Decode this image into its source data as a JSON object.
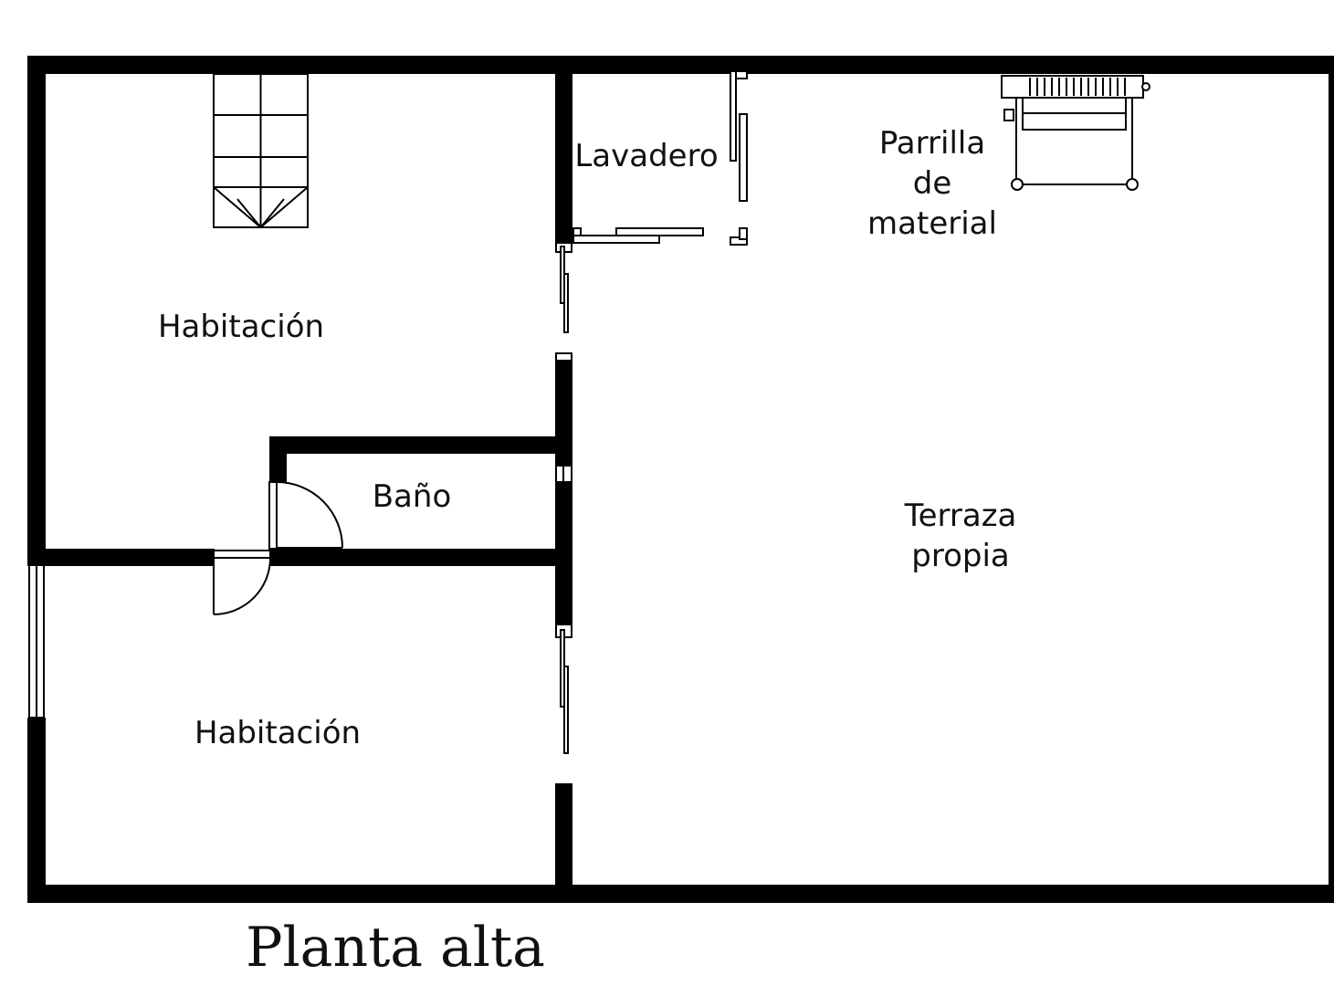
{
  "plan": {
    "title": "Planta alta",
    "rooms": {
      "bedroom_top": "Habitación",
      "laundry": "Lavadero",
      "grill_line1": "Parrilla",
      "grill_line2": "de",
      "grill_line3": "material",
      "bathroom": "Baño",
      "terrace_line1": "Terraza",
      "terrace_line2": "propia",
      "bedroom_bottom": "Habitación"
    },
    "colors": {
      "walls": "#000000",
      "background": "#ffffff",
      "text": "#111111"
    }
  }
}
